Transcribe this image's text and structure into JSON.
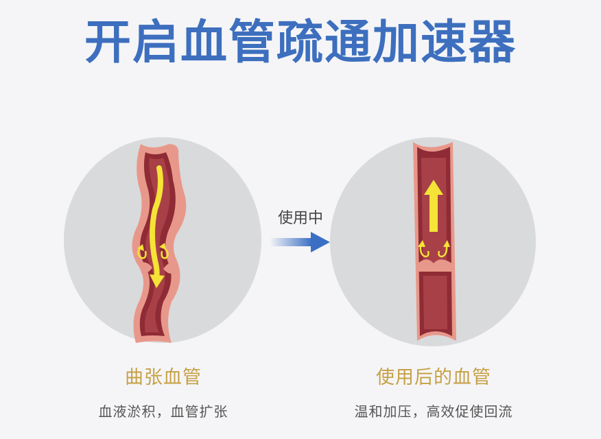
{
  "title": "开启血管疏通加速器",
  "transition": {
    "label": "使用中",
    "icon": "arrow-right-icon",
    "arrow_color": "#3a6fc4"
  },
  "panels": [
    {
      "id": "before",
      "caption": "曲张血管",
      "subcaption": "血液淤积，血管扩张",
      "illustration": "twisted-vein-with-backflow"
    },
    {
      "id": "after",
      "caption": "使用后的血管",
      "subcaption": "温和加压，高效促使回流",
      "illustration": "straight-vein-with-upward-flow"
    }
  ],
  "colors": {
    "title": "#3d6fbe",
    "caption": "#c6a046",
    "subcaption": "#555555",
    "circle": "#d9dadc",
    "vessel_outer": "#e8988a",
    "vessel_inner": "#8f2b34",
    "blood": "#a84048",
    "flow_arrow": "#f5e337"
  }
}
